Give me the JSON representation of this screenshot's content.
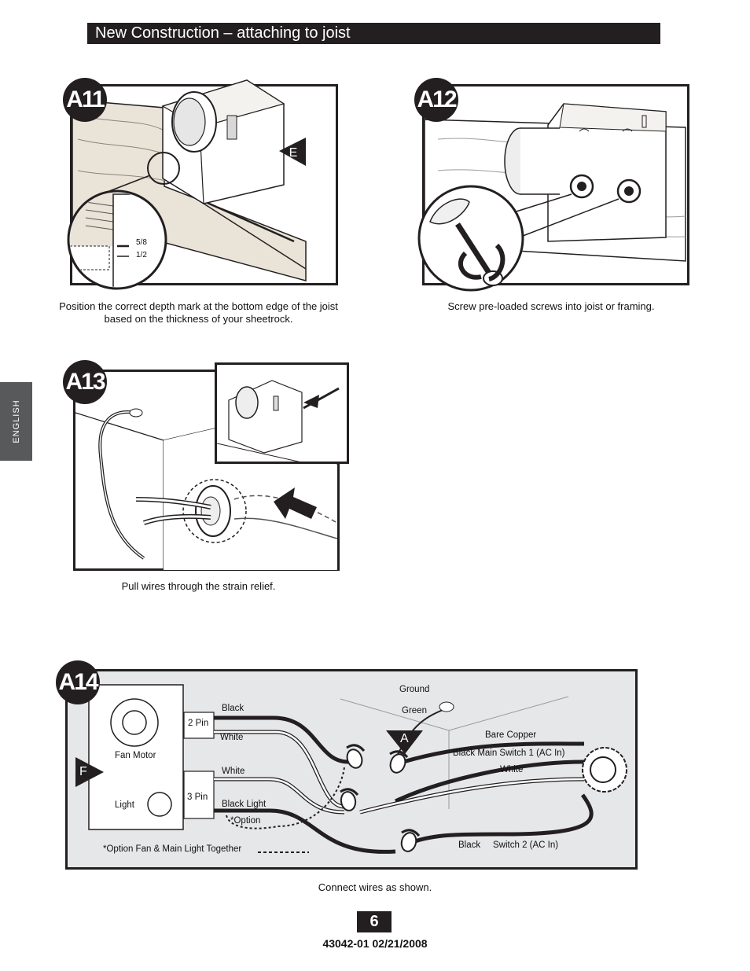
{
  "header": {
    "title": "New Construction – attaching to joist"
  },
  "side_tab": {
    "language": "ENGLISH"
  },
  "steps": {
    "a11": {
      "badge": "A11",
      "caption_line1": "Position the correct depth mark at the bottom edge of the joist",
      "caption_line2": "based on the thickness of your sheetrock.",
      "callout": "E",
      "mark_upper": "5/8",
      "mark_lower": "1/2"
    },
    "a12": {
      "badge": "A12",
      "caption": "Screw pre-loaded screws into joist or framing."
    },
    "a13": {
      "badge": "A13",
      "caption": "Pull wires through the strain relief."
    },
    "a14": {
      "badge": "A14",
      "caption": "Connect wires as shown.",
      "callout_f": "F",
      "callout_a": "A",
      "fan_motor": "Fan Motor",
      "light": "Light",
      "pin2": "2 Pin",
      "pin3": "3 Pin",
      "wire_black": "Black",
      "wire_white_top": "White",
      "wire_white_bottom": "White",
      "wire_black_light": "Black Light",
      "option": "*Option",
      "option_note": "*Option Fan & Main Light Together",
      "ground": "Ground",
      "green": "Green",
      "bare_copper": "Bare Copper",
      "black_main_switch": "Black Main Switch 1 (AC In)",
      "white_supply": "White",
      "black_switch2": "Black",
      "switch2": "Switch 2 (AC In)"
    }
  },
  "footer": {
    "page_number": "6",
    "doc_id": "43042-01  02/21/2008"
  }
}
